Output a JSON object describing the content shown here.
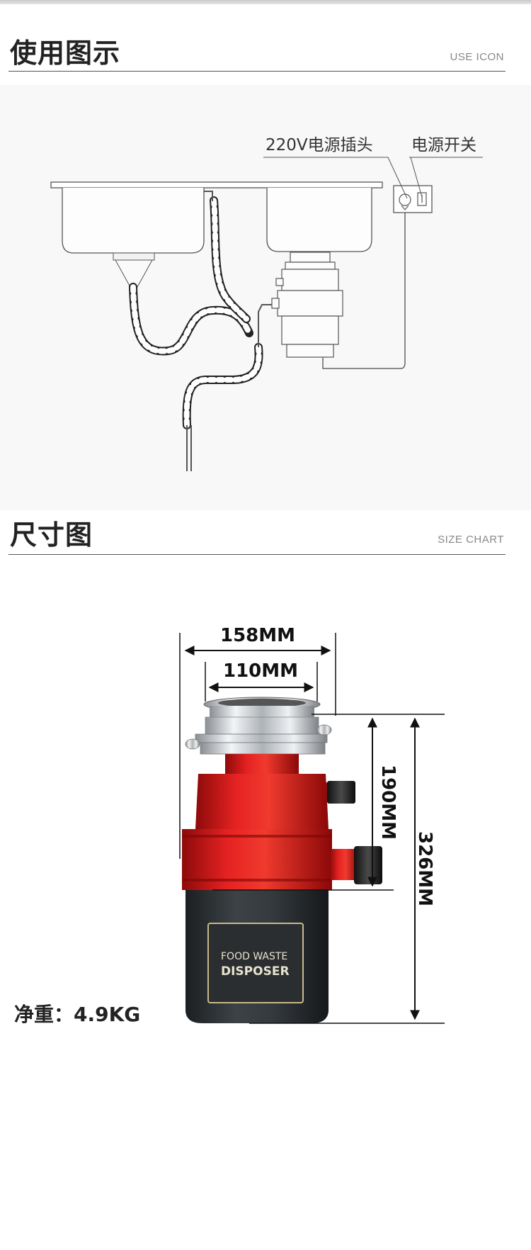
{
  "usage_section": {
    "title": "使用图示",
    "subtitle": "USE ICON",
    "labels": {
      "plug": "220V电源插头",
      "switch": "电源开关"
    }
  },
  "size_section": {
    "title": "尺寸图",
    "subtitle": "SIZE CHART",
    "dimensions": {
      "outer_width": "158MM",
      "inlet_width": "110MM",
      "body_height": "190MM",
      "total_height": "326MM"
    },
    "product_label": {
      "line1": "FOOD WASTE",
      "line2": "DISPOSER"
    },
    "weight": "净重：4.9KG"
  },
  "colors": {
    "accent_red": "#d61a1a",
    "body_dark": "#2f3336",
    "rule": "#555555"
  }
}
